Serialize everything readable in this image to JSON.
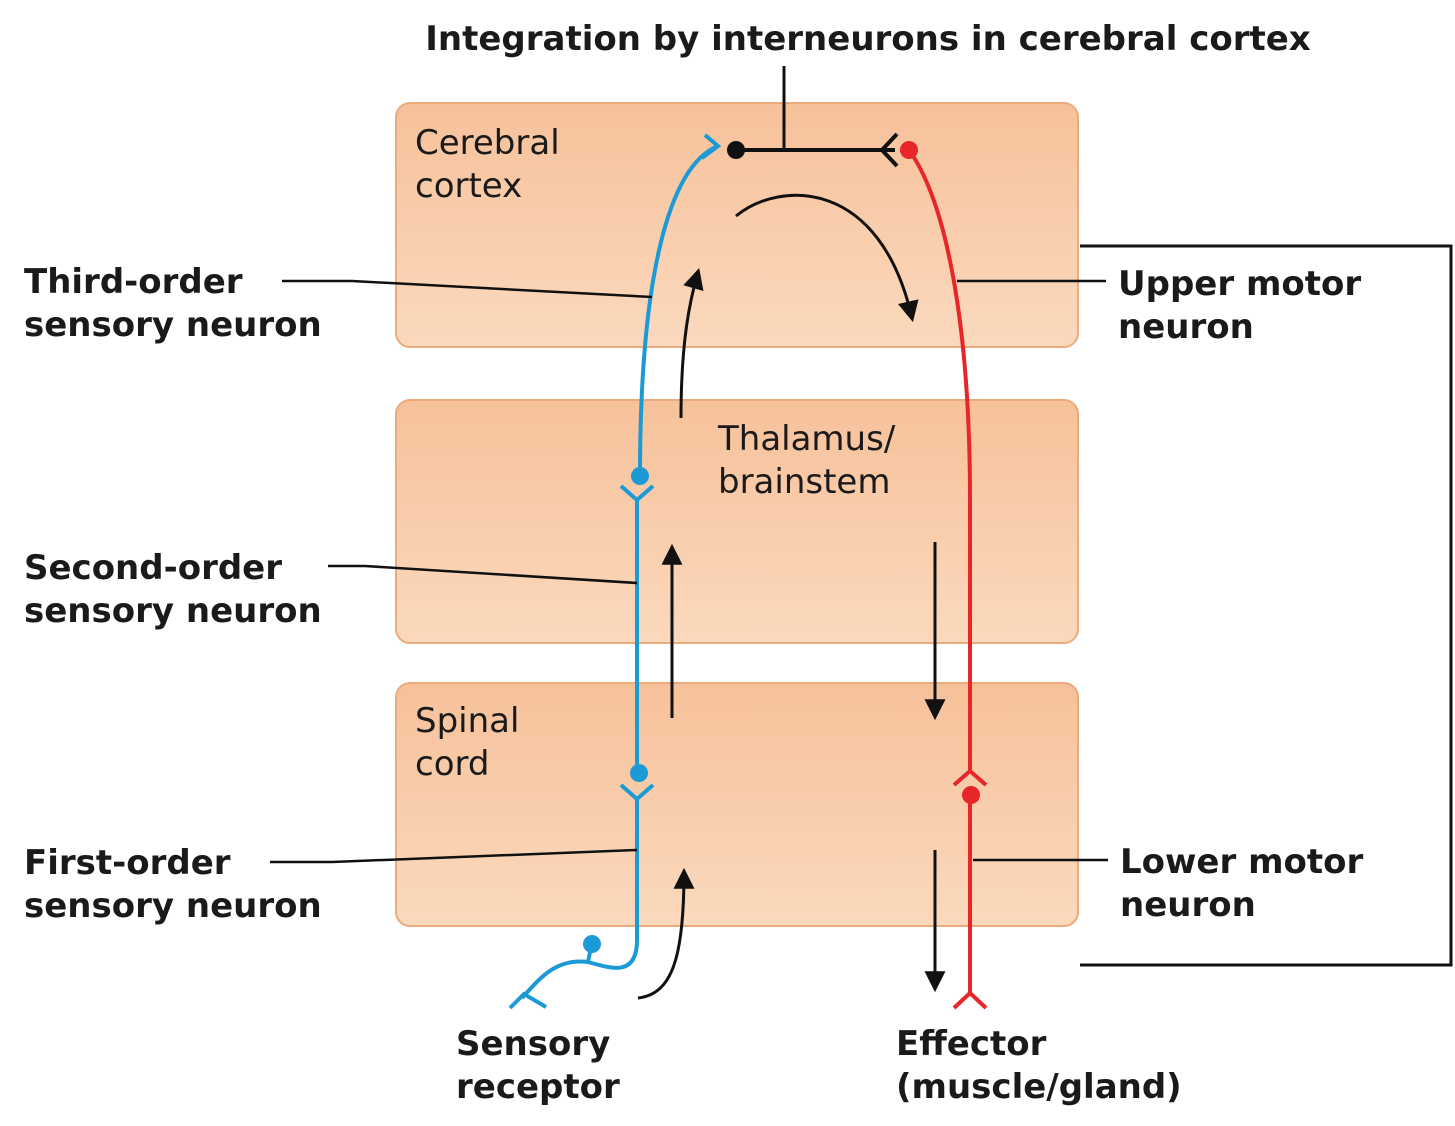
{
  "title": "Integration by interneurons in cerebral cortex",
  "regions": {
    "cerebral_cortex": [
      "Cerebral",
      "cortex"
    ],
    "thalamus_brainstem": [
      "Thalamus/",
      "brainstem"
    ],
    "spinal_cord": [
      "Spinal",
      "cord"
    ]
  },
  "labels": {
    "third_order": [
      "Third-order",
      "sensory neuron"
    ],
    "second_order": [
      "Second-order",
      "sensory neuron"
    ],
    "first_order": [
      "First-order",
      "sensory neuron"
    ],
    "upper_motor": [
      "Upper motor",
      "neuron"
    ],
    "lower_motor": [
      "Lower motor",
      "neuron"
    ],
    "sensory_receptor": [
      "Sensory",
      "receptor"
    ],
    "effector": [
      "Effector",
      "(muscle/gland)"
    ]
  },
  "colors": {
    "sensory": "#1b9ad6",
    "motor": "#e8262a",
    "region_fill": "#f8c9a4",
    "region_stroke": "#ecab7d",
    "text": "#1a1a1a"
  }
}
